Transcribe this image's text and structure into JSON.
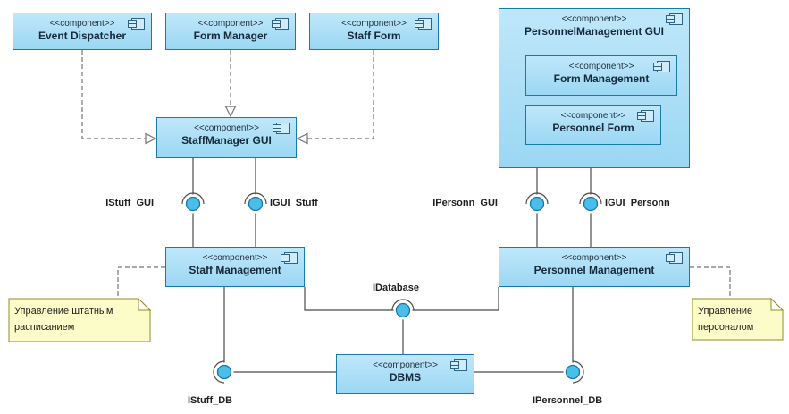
{
  "stereotype": "<<component>>",
  "components": {
    "event_dispatcher": "Event Dispatcher",
    "form_manager": "Form Manager",
    "staff_form": "Staff Form",
    "personnel_management_gui": "PersonnelManagement GUI",
    "form_management": "Form Management",
    "personnel_form": "Personnel Form",
    "staffmanager_gui": "StaffManager GUI",
    "staff_management": "Staff Management",
    "personnel_management": "Personnel Management",
    "dbms": "DBMS"
  },
  "interfaces": {
    "istuff_gui": "IStuff_GUI",
    "igui_stuff": "IGUI_Stuff",
    "ipersonn_gui": "IPersonn_GUI",
    "igui_personn": "IGUI_Personn",
    "idatabase": "IDatabase",
    "istuff_db": "IStuff_DB",
    "ipersonnel_db": "IPersonnel_DB"
  },
  "notes": {
    "staff": {
      "line1": "Управление штатным",
      "line2": "расписанием"
    },
    "personnel": {
      "line1": "Управление",
      "line2": "персоналом"
    }
  },
  "icons": {
    "component_icon": "uml-component-glyph"
  },
  "colors": {
    "component_fill": "#A9DDF6",
    "component_border": "#1879AB",
    "note_fill": "#FCFCC8",
    "note_border": "#8F8F2A",
    "interface_fill": "#4CBDE9",
    "interface_border": "#1577A5",
    "connector_color": "#4B4B4B",
    "dashed_color": "#757575"
  }
}
